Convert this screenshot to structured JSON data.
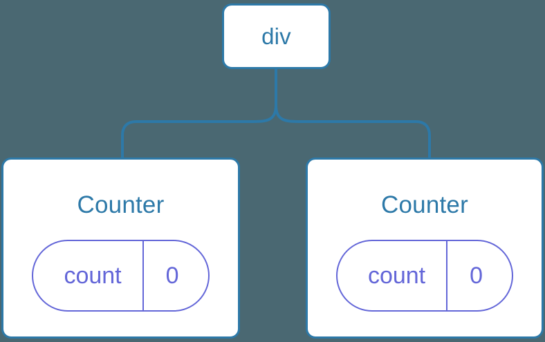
{
  "diagram": {
    "title": "component-tree",
    "background_color": "#4a6872",
    "node_border_color": "#2d79a8",
    "node_fill_color": "#ffffff",
    "node_text_color": "#2d79a8",
    "state_color": "#6366d8",
    "connector_color": "#2d79a8"
  },
  "root": {
    "label": "div"
  },
  "children": [
    {
      "label": "Counter",
      "state": {
        "key": "count",
        "value": "0"
      }
    },
    {
      "label": "Counter",
      "state": {
        "key": "count",
        "value": "0"
      }
    }
  ]
}
